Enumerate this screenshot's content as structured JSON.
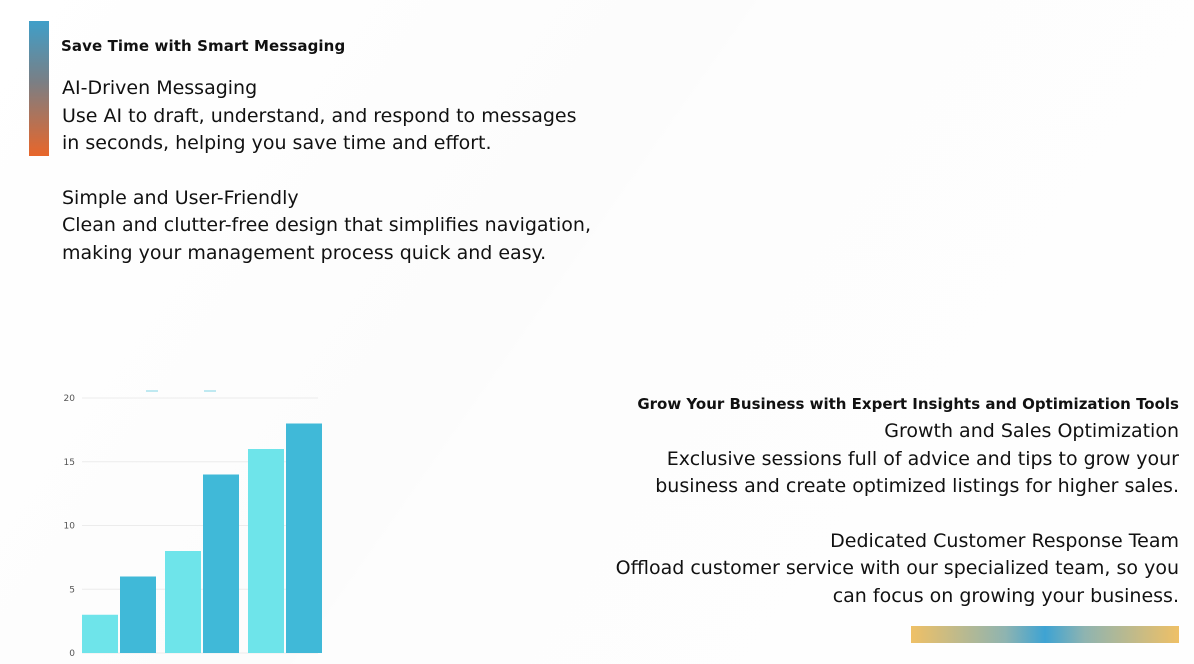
{
  "section_messaging": {
    "title": "Save Time with Smart Messaging",
    "features": [
      {
        "heading": "AI-Driven Messaging",
        "text": "Use AI to draft, understand, and respond to messages in seconds, helping you save time and effort."
      },
      {
        "heading": "Simple and User-Friendly",
        "text": "Clean and clutter-free design that simplifies navigation, making your management process quick and easy."
      }
    ]
  },
  "section_growth": {
    "title": "Grow Your Business with Expert Insights and Optimization Tools",
    "features": [
      {
        "heading": "Growth and Sales Optimization",
        "text": "Exclusive sessions full of advice and tips to grow your business and create optimized listings for higher sales."
      },
      {
        "heading": "Dedicated Customer Response Team",
        "text": "Offload customer service with our specialized team, so you can focus on growing your business."
      }
    ]
  },
  "colors": {
    "accent_gradient": [
      "#3f9fc9",
      "#e8662a"
    ],
    "bottom_gradient": [
      "#efc066",
      "#3ea3d3"
    ],
    "series_light": "#6ee4ea",
    "series_dark": "#40b9d8"
  },
  "chart_data": {
    "type": "bar",
    "ylim": [
      0,
      20
    ],
    "yticks": [
      "0",
      "5",
      "10",
      "15",
      "20"
    ],
    "grid": true,
    "series": [
      {
        "values": [
          3,
          8,
          16
        ]
      },
      {
        "values": [
          6,
          14,
          18
        ]
      }
    ]
  }
}
